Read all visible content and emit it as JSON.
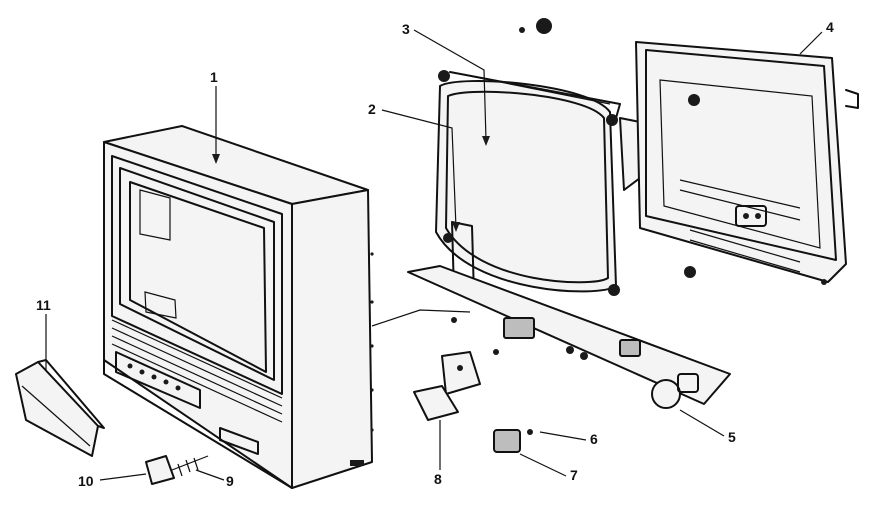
{
  "diagram": {
    "type": "exploded-parts-diagram",
    "callouts": [
      {
        "id": "1",
        "label": "1"
      },
      {
        "id": "2",
        "label": "2"
      },
      {
        "id": "3",
        "label": "3"
      },
      {
        "id": "4",
        "label": "4"
      },
      {
        "id": "5",
        "label": "5"
      },
      {
        "id": "6",
        "label": "6"
      },
      {
        "id": "7",
        "label": "7"
      },
      {
        "id": "8",
        "label": "8"
      },
      {
        "id": "9",
        "label": "9"
      },
      {
        "id": "10",
        "label": "10"
      },
      {
        "id": "11",
        "label": "11"
      }
    ]
  }
}
